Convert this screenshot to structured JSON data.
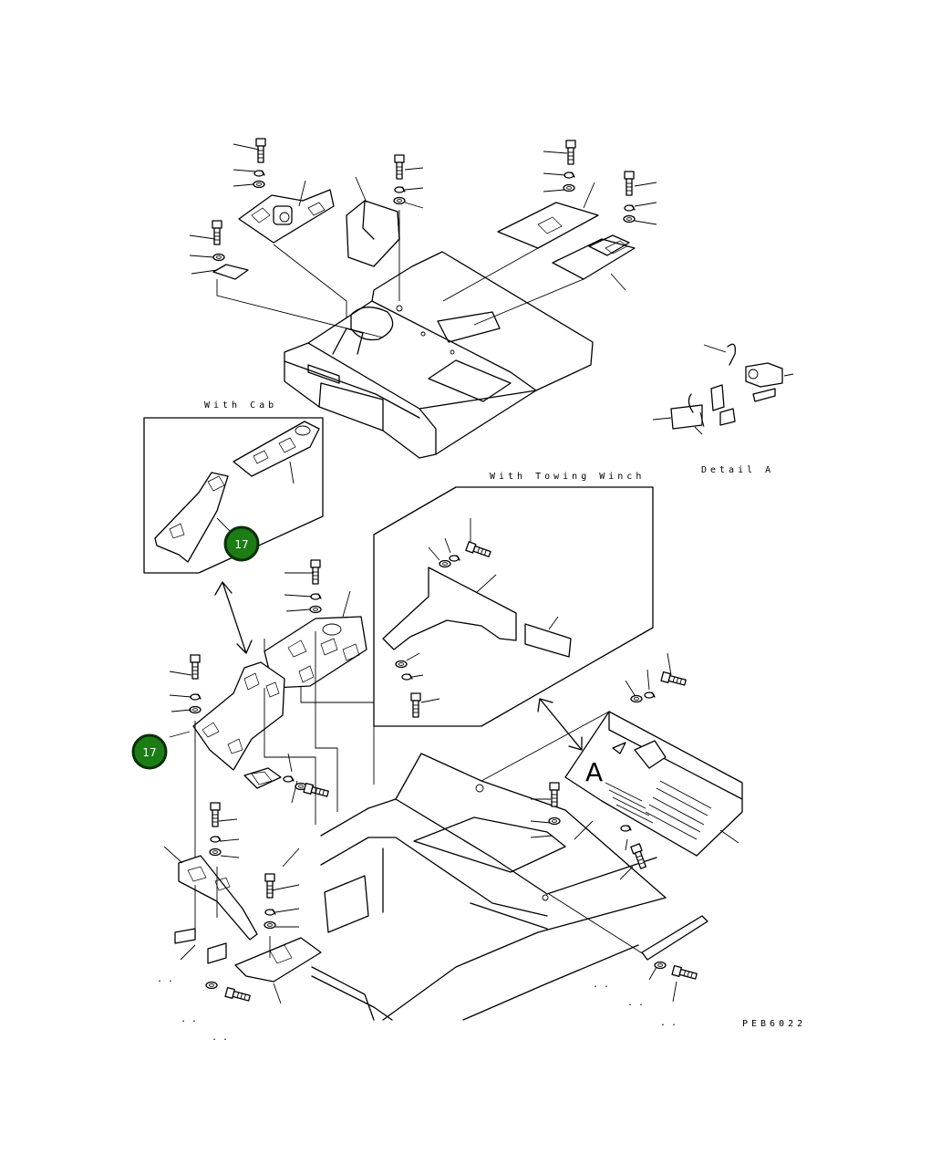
{
  "labels": {
    "with_cab": "With Cab",
    "with_towing_winch": "With Towing Winch",
    "detail_a": "Detail A",
    "view_a": "A",
    "drawing_number": "PEB6022"
  },
  "callouts": [
    {
      "number": "17",
      "target": "with-cab-floor-plate"
    },
    {
      "number": "17",
      "target": "main-floor-plate"
    }
  ],
  "colors": {
    "callout_fill": "#1b7d14",
    "callout_border": "#0a2e08",
    "callout_text": "#ffffff",
    "line": "#000000",
    "background": "#ffffff"
  }
}
